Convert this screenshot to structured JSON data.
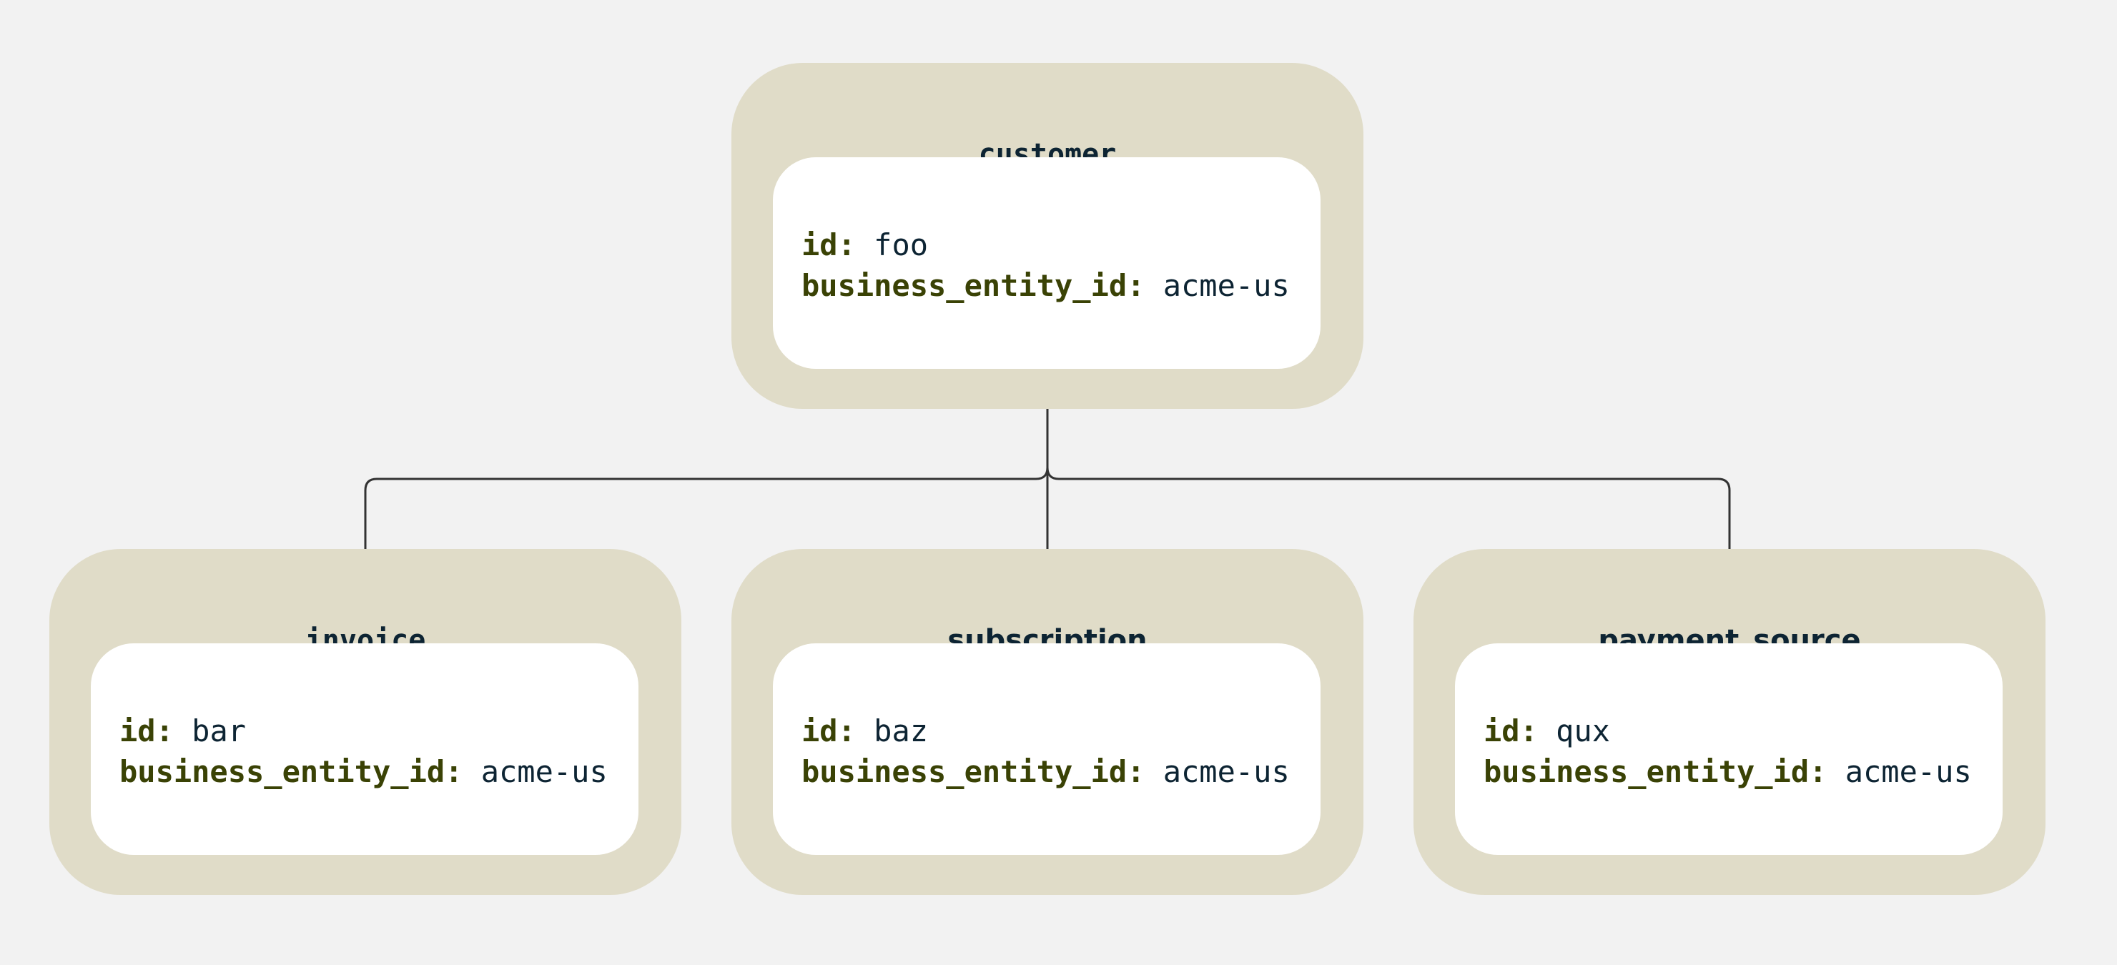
{
  "colors": {
    "background": "#f2f2f2",
    "card": "#e0dcc8",
    "card_body": "#ffffff",
    "title": "#0d2433",
    "key": "#3a4205",
    "connector": "#333333"
  },
  "entities": {
    "customer": {
      "title": "customer",
      "fields": [
        {
          "key": "id:",
          "value": "foo"
        },
        {
          "key": "business_entity_id:",
          "value": "acme-us"
        }
      ]
    },
    "invoice": {
      "title": "invoice",
      "fields": [
        {
          "key": "id:",
          "value": "bar"
        },
        {
          "key": "business_entity_id:",
          "value": "acme-us"
        }
      ]
    },
    "subscription": {
      "title": "subscription",
      "fields": [
        {
          "key": "id:",
          "value": "baz"
        },
        {
          "key": "business_entity_id:",
          "value": "acme-us"
        }
      ]
    },
    "payment_source": {
      "title": "payment_source",
      "fields": [
        {
          "key": "id:",
          "value": "qux"
        },
        {
          "key": "business_entity_id:",
          "value": "acme-us"
        }
      ]
    }
  }
}
